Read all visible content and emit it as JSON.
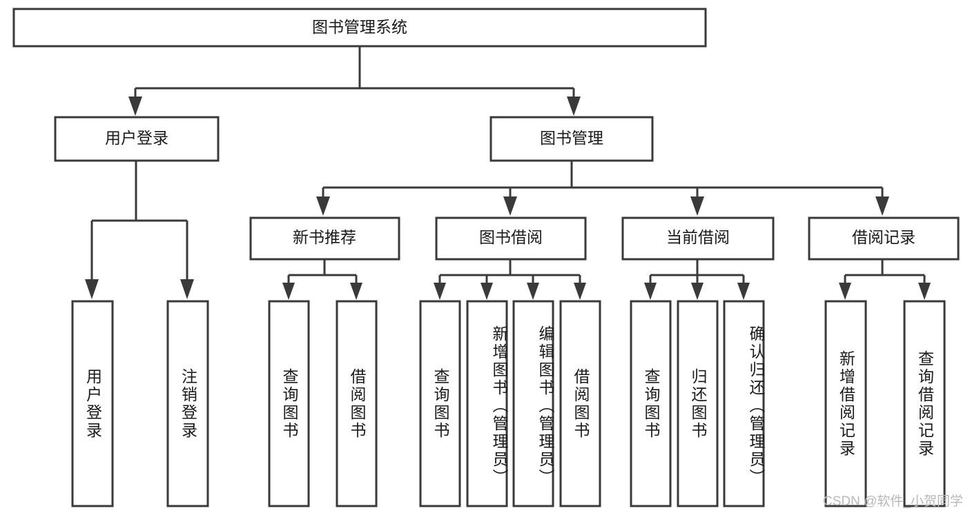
{
  "diagram": {
    "title": "图书管理系统",
    "type": "tree-hierarchy",
    "watermark": "CSDN @软件_小贺同学",
    "colors": {
      "stroke": "#3a3a3a",
      "fill": "#ffffff",
      "text": "#1a1a1a",
      "watermark": "#b8b8b8",
      "background": "#ffffff"
    },
    "root": {
      "label": "图书管理系统"
    },
    "level2": [
      {
        "label": "用户登录"
      },
      {
        "label": "图书管理"
      }
    ],
    "level3": [
      {
        "label": "新书推荐"
      },
      {
        "label": "图书借阅"
      },
      {
        "label": "当前借阅"
      },
      {
        "label": "借阅记录"
      }
    ],
    "leaves": {
      "user_login": [
        {
          "label": "用户登录"
        },
        {
          "label": "注销登录"
        }
      ],
      "new_book_recommend": [
        {
          "label": "查询图书"
        },
        {
          "label": "借阅图书"
        }
      ],
      "book_borrow": [
        {
          "label": "查询图书"
        },
        {
          "label": "新增图书（管理员）"
        },
        {
          "label": "编辑图书（管理员）"
        },
        {
          "label": "借阅图书"
        }
      ],
      "current_borrow": [
        {
          "label": "查询图书"
        },
        {
          "label": "归还图书"
        },
        {
          "label": "确认归还（管理员）"
        }
      ],
      "borrow_records": [
        {
          "label": "新增借阅记录"
        },
        {
          "label": "查询借阅记录"
        }
      ]
    }
  }
}
